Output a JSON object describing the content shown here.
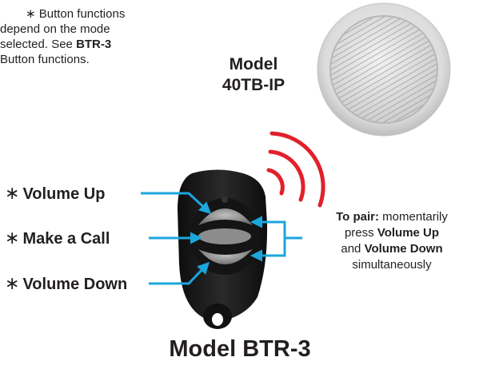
{
  "note": {
    "star": "∗",
    "line1": "Button functions",
    "line2": "depend on the mode",
    "line3_pre": "selected. See ",
    "line3_bold": "BTR-3",
    "line4": "Button functions."
  },
  "speaker": {
    "label_line1": "Model",
    "label_line2": "40TB-IP"
  },
  "buttons": [
    {
      "star": "∗",
      "label": "Volume Up"
    },
    {
      "star": "∗",
      "label": "Make a Call"
    },
    {
      "star": "∗",
      "label": "Volume Down"
    }
  ],
  "pairing": {
    "bold_prefix": "To pair:",
    "text1": " momentarily",
    "text2": "press ",
    "bold_volume_up": "Volume Up",
    "text3": "and ",
    "bold_volume_down": "Volume Down",
    "text4": "simultaneously"
  },
  "remote_title": "Model BTR-3",
  "colors": {
    "arrow": "#1ba6dd",
    "signal": "#e2202c",
    "text": "#231f20",
    "remote_body": "#1a1a1a",
    "speaker_rim": "#d4d4d4"
  }
}
